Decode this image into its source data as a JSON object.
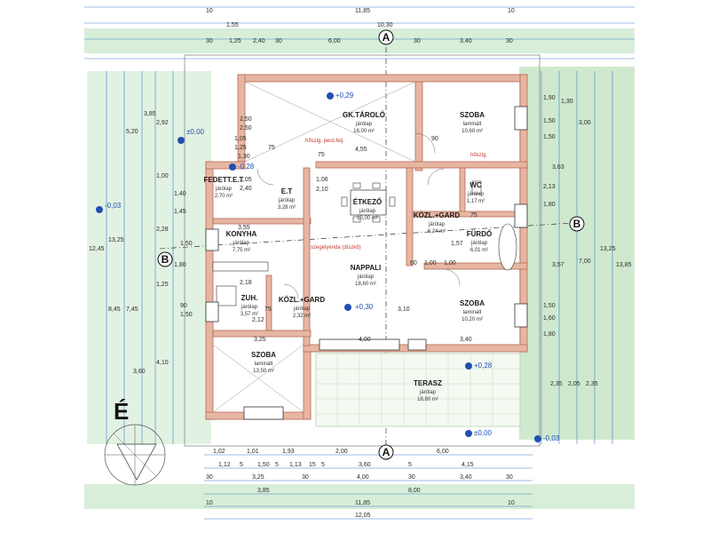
{
  "colors": {
    "landscape": "#cfe9cf",
    "wall": "#e7b6a3",
    "wall_stroke": "#b36a52",
    "dim_line": "#3a7fd0",
    "level_marker": "#1f4fb0",
    "note": "#c0392b"
  },
  "top_dims": {
    "row1": [
      "10",
      "11,85",
      "10"
    ],
    "row2": [
      "1,55",
      "10,30"
    ],
    "row3": [
      "30",
      "1,25",
      "2,40",
      "30",
      "6,00",
      "30",
      "3,40",
      "30"
    ]
  },
  "bottom_dims": {
    "row1": [
      "1,02",
      "1,01",
      "1,93",
      "2,00",
      "6,00"
    ],
    "row2": [
      "1,12",
      "5",
      "1,50",
      "5",
      "1,13",
      "15",
      "5",
      "3,60",
      "5",
      "4,15"
    ],
    "row3": [
      "30",
      "3,25",
      "30",
      "4,00",
      "30",
      "3,40",
      "30"
    ],
    "row4": [
      "3,85",
      "8,00"
    ],
    "row5": [
      "10",
      "11,85",
      "10"
    ],
    "row6": [
      "12,05"
    ]
  },
  "left_dims": [
    "5,20",
    "3,85",
    "2,92",
    "1,00",
    "1,40",
    "1,45",
    "2,28",
    "1,50",
    "12,45",
    "13,25",
    "8,45",
    "7,45",
    "1,25",
    "3,60",
    "4,10",
    "90",
    "1,80",
    "1,50"
  ],
  "right_dims": [
    "1,90",
    "1,50",
    "1,50",
    "1,30",
    "3,00",
    "2,13",
    "3,63",
    "1,80",
    "3,57",
    "7,00",
    "13,25",
    "13,85",
    "1,50",
    "1,60",
    "1,80",
    "2,35",
    "2,05",
    "2,35"
  ],
  "axes": {
    "a_top": "A",
    "a_bottom": "A",
    "b_left": "B",
    "b_right": "B"
  },
  "north_label": "É",
  "levels": [
    "+0,29",
    "±0,00",
    "-0,03",
    "+0,30",
    "+0,28",
    "±0,00",
    "-0,03",
    "-0,28"
  ],
  "notes": [
    "hőszig. perd.felj.",
    "szegélyenda (díszkő)",
    "hőszig."
  ],
  "rooms": [
    {
      "name": "GK.TÁROLÓ",
      "floor": "járólap",
      "area": "18,00 m²"
    },
    {
      "name": "SZOBA",
      "floor": "laminált",
      "area": "10,60 m²"
    },
    {
      "name": "FEDETT.E.T",
      "floor": "járólap",
      "area": "2,70 m²"
    },
    {
      "name": "E.T",
      "floor": "járólap",
      "area": "3,28 m²"
    },
    {
      "name": "ÉTKEZŐ",
      "floor": "járólap",
      "area": "10,00 m²"
    },
    {
      "name": "WC",
      "floor": "járólap",
      "area": "1,17 m²"
    },
    {
      "name": "KÖZL.+GARD",
      "floor": "járólap",
      "area": "6,24 m²"
    },
    {
      "name": "KONYHA",
      "floor": "járólap",
      "area": "7,75 m²"
    },
    {
      "name": "FÜRDŐ",
      "floor": "járólap",
      "area": "6,01 m²"
    },
    {
      "name": "NAPPALI",
      "floor": "járólap",
      "area": "18,60 m²"
    },
    {
      "name": "ZUH.",
      "floor": "járólap",
      "area": "3,57 m²"
    },
    {
      "name": "KÖZL.+GARD",
      "floor": "járólap",
      "area": "2,32 m²"
    },
    {
      "name": "SZOBA",
      "floor": "laminált",
      "area": "10,20 m²"
    },
    {
      "name": "SZOBA",
      "floor": "laminált",
      "area": "13,50 m²"
    },
    {
      "name": "TERASZ",
      "floor": "járólap",
      "area": "18,80 m²"
    }
  ],
  "inner_dims": [
    "2,50",
    "2,50",
    "1,05",
    "1,25",
    "1,30",
    "75",
    "75",
    "4,55",
    "1,05",
    "2,40",
    "1,06",
    "2,10",
    "3,55",
    "2,18",
    "75",
    "2,12",
    "1,00",
    "1,57",
    "1,00",
    "60",
    "3,10",
    "4,00",
    "3,40",
    "3,25",
    "90",
    "75"
  ]
}
